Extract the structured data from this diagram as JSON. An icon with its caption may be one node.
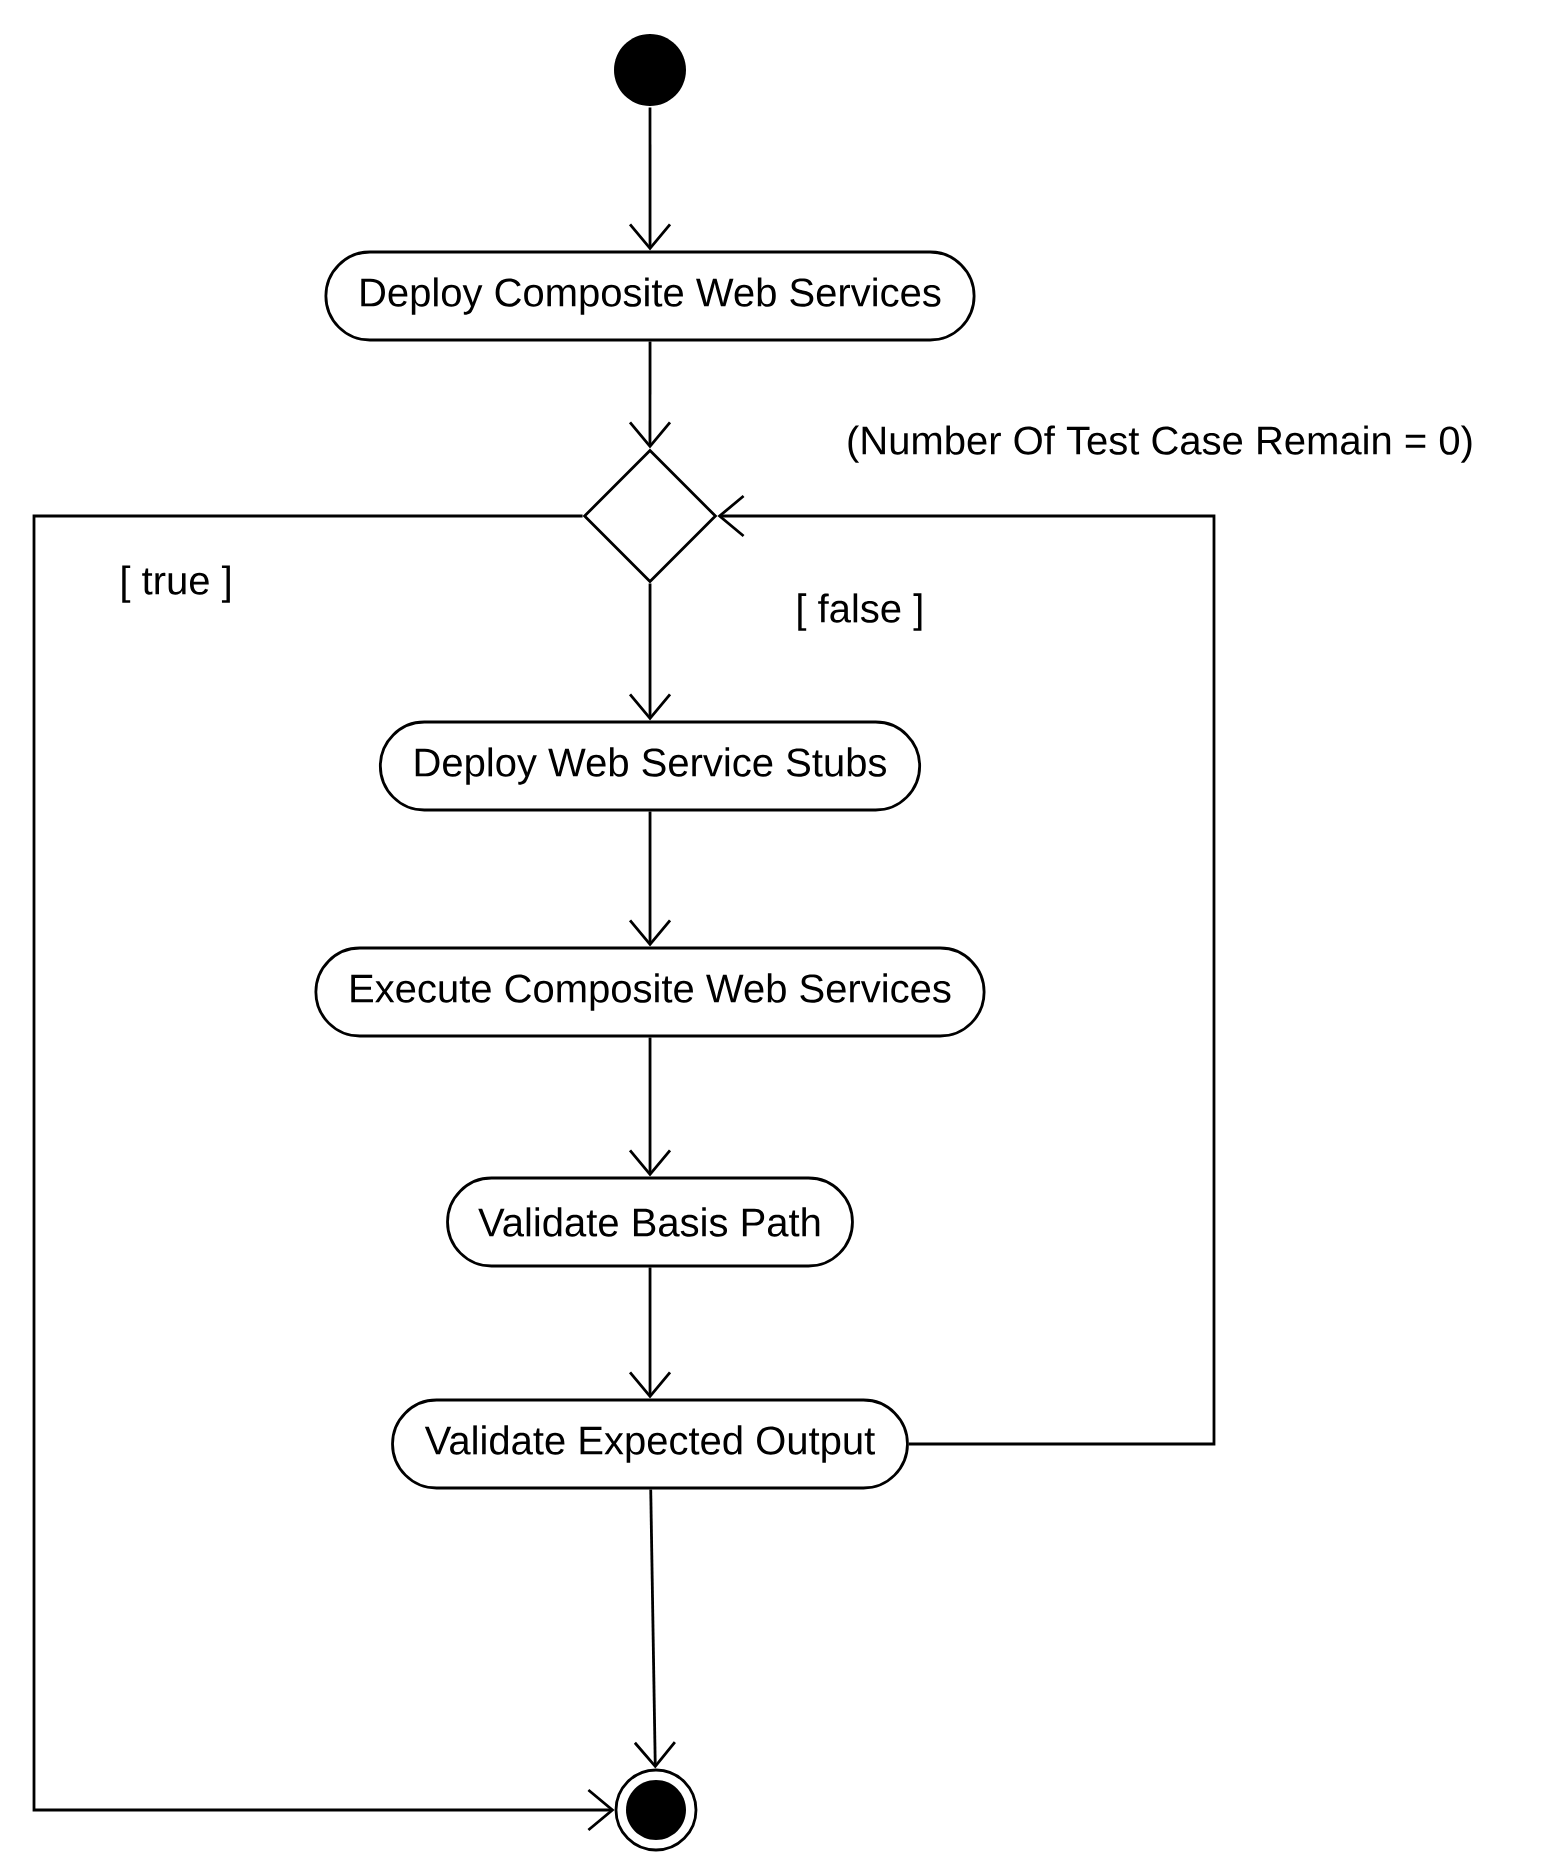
{
  "diagram": {
    "nodes": [
      {
        "text": [],
        "shape": "circle"
      },
      {
        "text": [
          "Deploy Composite Web Services"
        ]
      },
      {
        "text": [],
        "shape": "diamond"
      },
      {
        "text": [
          "Deploy Web Service Stubs"
        ]
      },
      {
        "text": [
          "Execute Composite Web Services"
        ]
      },
      {
        "text": [
          "Validate Basis Path"
        ]
      },
      {
        "text": [
          "Validate Expected Output"
        ]
      },
      {
        "text": [],
        "shape": "circle"
      }
    ],
    "edges": [
      {
        "from": 0,
        "to": 1,
        "arrow": "to"
      },
      {
        "from": 1,
        "to": 2,
        "arrow": "to"
      },
      {
        "from": 2,
        "to": 3,
        "arrow": "to",
        "label": "[ false ]"
      },
      {
        "from": 3,
        "to": 4,
        "arrow": "to"
      },
      {
        "from": 4,
        "to": 5,
        "arrow": "to"
      },
      {
        "from": 5,
        "to": 6,
        "arrow": "to"
      },
      {
        "from": 6,
        "to": 7,
        "arrow": "to"
      },
      {
        "from": 6,
        "to": 2,
        "arrow": "to"
      },
      {
        "from": 2,
        "to": 7,
        "arrow": "to",
        "label": "[ true ]"
      }
    ],
    "labels": [
      "(Number Of Test Case Remain = 0)"
    ]
  }
}
